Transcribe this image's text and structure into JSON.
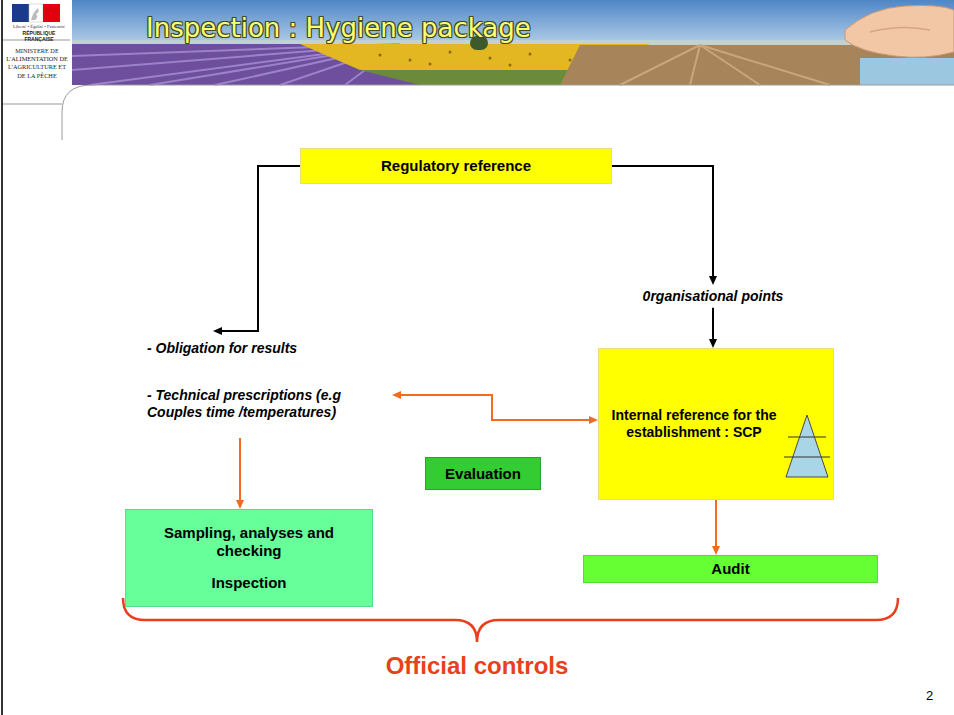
{
  "diagram": {
    "title": "Inspection : Hygiene package",
    "nodes": [
      {
        "text": [
          "Regulatory reference"
        ]
      },
      {
        "text": [
          "Internal reference for the establishment : SCP"
        ]
      },
      {
        "text": [
          "Evaluation"
        ]
      },
      {
        "text": [
          "Sampling, analyses and checking",
          "Inspection"
        ]
      },
      {
        "text": [
          "Audit"
        ]
      }
    ],
    "edges": [
      {
        "from": 0,
        "to": 1,
        "label": "0rganisational points",
        "arrow": "to"
      },
      {
        "from": 1,
        "to": 4,
        "arrow": "to"
      }
    ],
    "labels": [
      "Liberté • Égalité • Fraternité",
      "RÉPUBLIQUE FRANÇAISE",
      "MINISTERE DE L'ALIMENTATION DE L'AGRICULTURE ET DE LA PÊCHE",
      "- Obligation for results",
      "- Technical prescriptions (e.g Couples time /temperatures)",
      "Official controls",
      "2"
    ]
  }
}
